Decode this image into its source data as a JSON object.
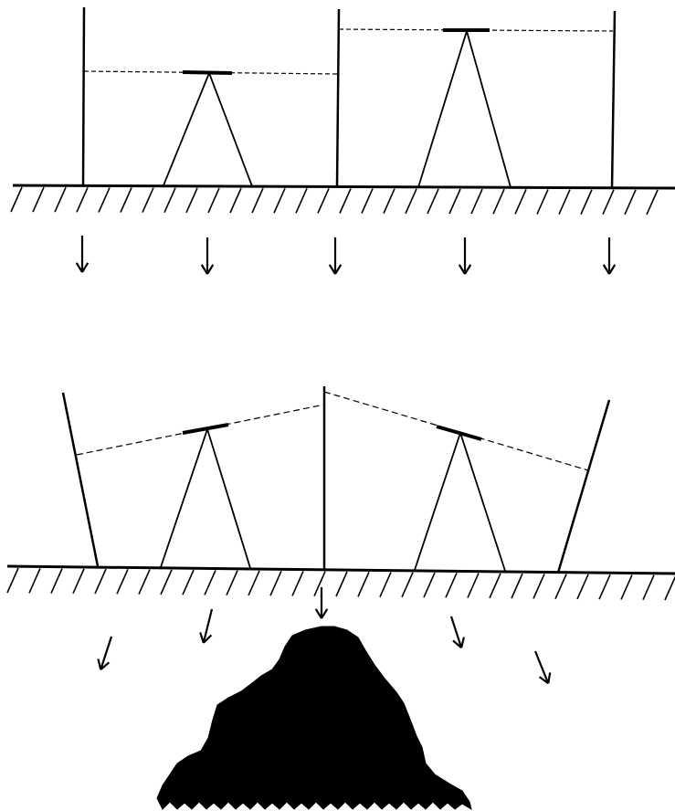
{
  "diagram": {
    "panels": [
      {
        "id": "before",
        "stakes": 3,
        "instruments": 2,
        "sightlines": "level"
      },
      {
        "id": "after",
        "stakes": 3,
        "instruments": 2,
        "sightlines": "tilted"
      }
    ],
    "arrows": {
      "between_panels": 5,
      "below_ground": 5
    },
    "mass": "dark-body-below-ground"
  },
  "colors": {
    "ink": "#000000",
    "paper": "#ffffff"
  }
}
